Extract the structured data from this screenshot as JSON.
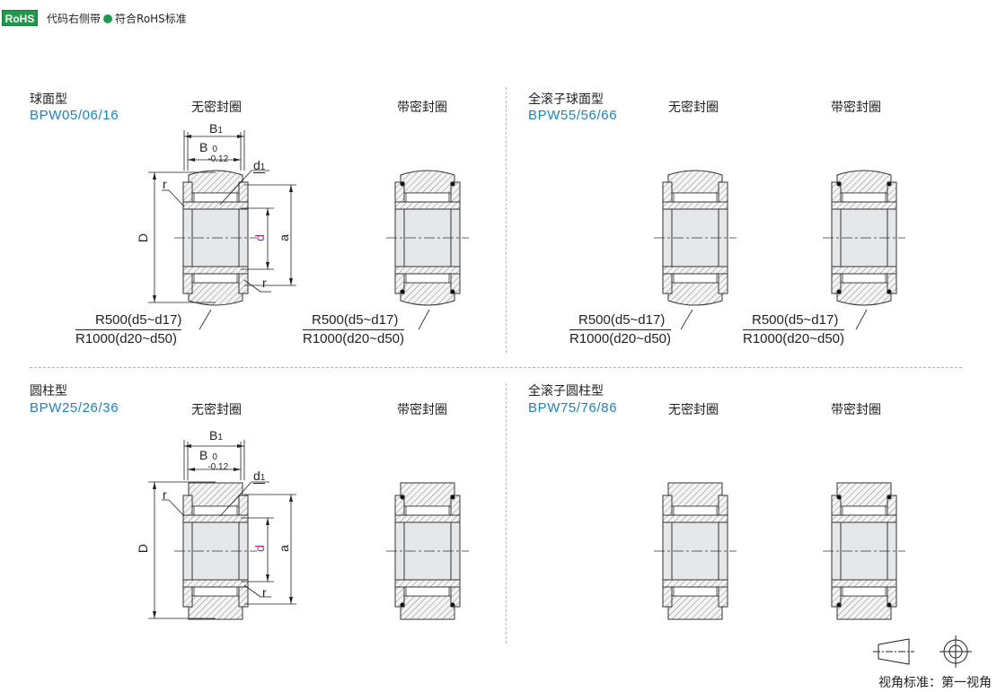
{
  "header": {
    "rohs_badge": "RoHS",
    "rohs_note_prefix": "代码右侧带",
    "rohs_note_suffix": "符合RoHS标准",
    "rohs_color": "#1f9a4a"
  },
  "accent_color": "#1e84c0",
  "sections": [
    {
      "type_name": "球面型",
      "model": "BPW05/06/16",
      "seal_labels": [
        "无密封圈",
        "带密封圈"
      ],
      "outer_profile": "crowned",
      "radius_note": [
        "R500(d5~d17)",
        "R1000(d20~d50)"
      ],
      "dimensions": {
        "B1": "B",
        "B1_sub": "1",
        "B": "B",
        "B_tol_upper": "0",
        "B_tol_lower": "-0.12",
        "d1": "d",
        "d1_sub": "1",
        "D": "D",
        "d": "d",
        "a": "a",
        "r": "r"
      }
    },
    {
      "type_name": "全滚子球面型",
      "model": "BPW55/56/66",
      "seal_labels": [
        "无密封圈",
        "带密封圈"
      ],
      "outer_profile": "crowned",
      "radius_note": [
        "R500(d5~d17)",
        "R1000(d20~d50)"
      ]
    },
    {
      "type_name": "圆柱型",
      "model": "BPW25/26/36",
      "seal_labels": [
        "无密封圈",
        "带密封圈"
      ],
      "outer_profile": "cylindrical",
      "dimensions": {
        "B1": "B",
        "B1_sub": "1",
        "B": "B",
        "B_tol_upper": "0",
        "B_tol_lower": "-0.12",
        "d1": "d",
        "d1_sub": "1",
        "D": "D",
        "d": "d",
        "a": "a",
        "r": "r"
      }
    },
    {
      "type_name": "全滚子圆柱型",
      "model": "BPW75/76/86",
      "seal_labels": [
        "无密封圈",
        "带密封圈"
      ],
      "outer_profile": "cylindrical"
    }
  ],
  "projection": {
    "label": "视角标准：第一视角"
  }
}
